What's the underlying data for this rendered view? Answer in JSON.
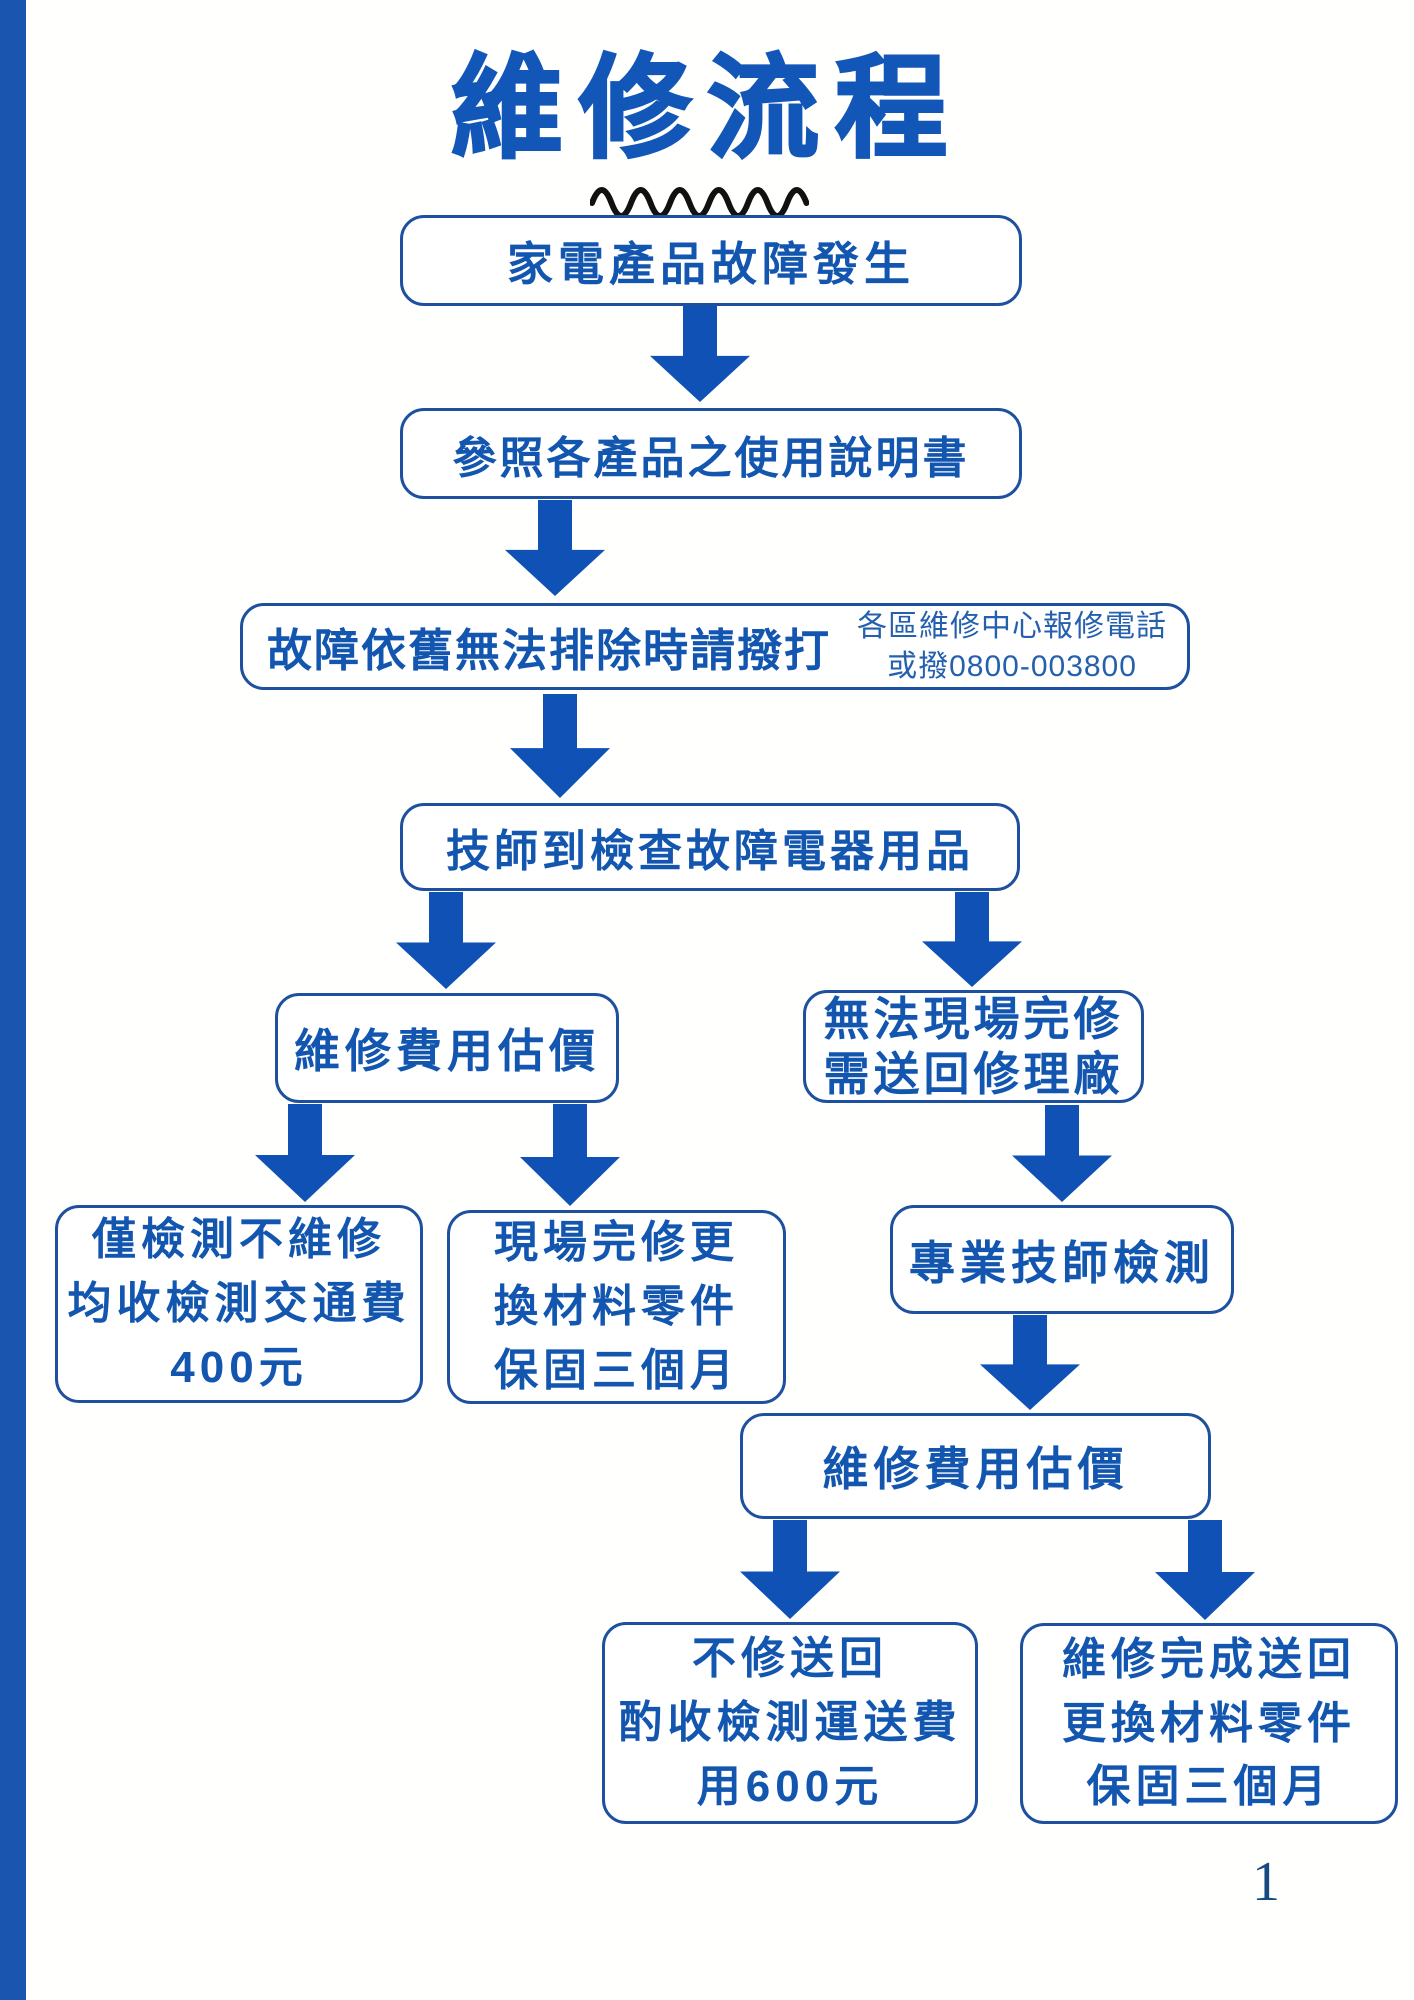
{
  "title": "維修流程",
  "page_number": "1",
  "colors": {
    "title_blue": "#1257b8",
    "text_blue": "#1356b0",
    "border_blue": "#1d509e",
    "arrow_blue": "#0f51b4",
    "accent_bar_blue": "#1a55b0",
    "note_blue": "#2560ae",
    "page_number_blue": "#174a80",
    "wave_black": "#111111"
  },
  "flow": {
    "step_fault": {
      "lines": [
        "家電產品故障發生"
      ]
    },
    "step_manual": {
      "lines": [
        "參照各產品之使用說明書"
      ]
    },
    "step_call": {
      "main": "故障依舊無法排除時請撥打",
      "note_line1": "各區維修中心報修電話",
      "note_line2": "或撥0800-003800"
    },
    "step_technician_visit": {
      "lines": [
        "技師到檢查故障電器用品"
      ]
    },
    "step_estimate_onsite": {
      "lines": [
        "維修費用估價"
      ]
    },
    "step_no_onsite_fix": {
      "lines": [
        "無法現場完修",
        "需送回修理廠"
      ]
    },
    "step_check_only": {
      "lines": [
        "僅檢測不維修",
        "均收檢測交通費",
        "400元"
      ]
    },
    "step_onsite_fixed": {
      "lines": [
        "現場完修更",
        "換材料零件",
        "保固三個月"
      ]
    },
    "step_pro_check": {
      "lines": [
        "專業技師檢測"
      ]
    },
    "step_estimate_factory": {
      "lines": [
        "維修費用估價"
      ]
    },
    "step_return_unrepaired": {
      "lines": [
        "不修送回",
        "酌收檢測運送費",
        "用600元"
      ]
    },
    "step_return_repaired": {
      "lines": [
        "維修完成送回",
        "更換材料零件",
        "保固三個月"
      ]
    }
  }
}
